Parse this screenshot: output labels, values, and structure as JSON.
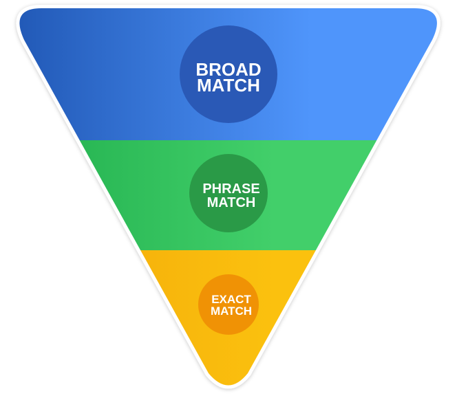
{
  "funnel": {
    "levels": [
      {
        "id": "broad",
        "line1": "BROAD",
        "line2": "MATCH",
        "band_color_left": "#1f56b3",
        "band_color_right": "#4f95fb",
        "circle_color": "#2a59b6"
      },
      {
        "id": "phrase",
        "line1": "PHRASE",
        "line2": "MATCH",
        "band_color_left": "#1fae4c",
        "band_color_right": "#42cf6a",
        "circle_color": "#2a9a47"
      },
      {
        "id": "exact",
        "line1": "EXACT",
        "line2": "MATCH",
        "band_color_left": "#f2a60a",
        "band_color_right": "#fbc10e",
        "circle_color": "#f09205"
      }
    ],
    "outline_color": "#ffffff"
  }
}
